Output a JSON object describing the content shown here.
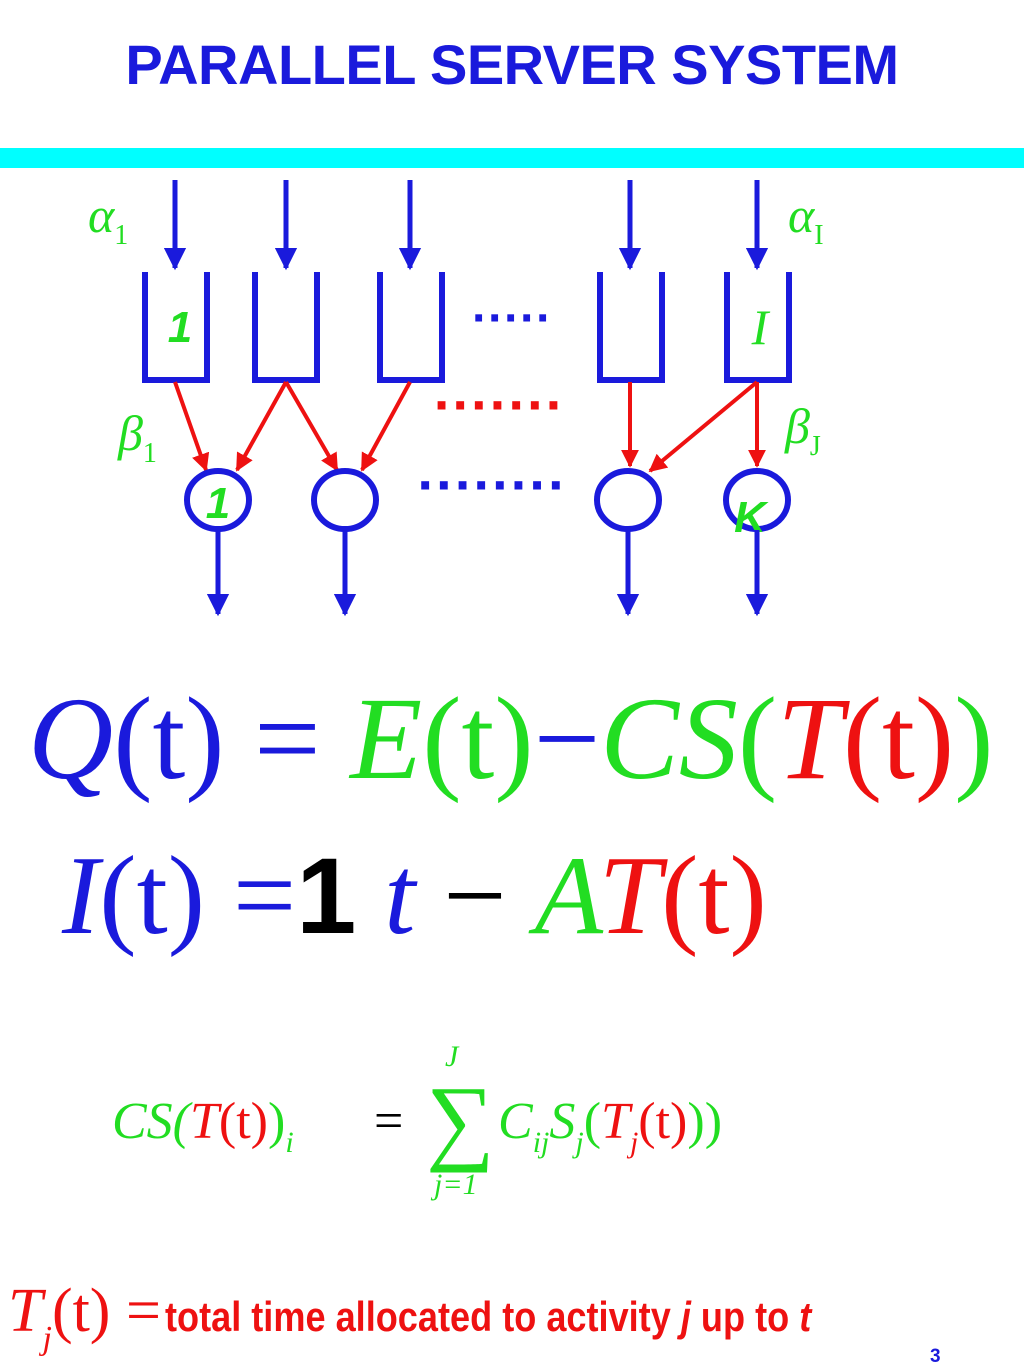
{
  "colors": {
    "title": "#1a1adc",
    "rule": "#00ffff",
    "blue": "#1a1adc",
    "green": "#22dd22",
    "red": "#ee1111"
  },
  "title": "PARALLEL SERVER SYSTEM",
  "diagram": {
    "alpha_first": {
      "symbol": "α",
      "sub": "1"
    },
    "alpha_last": {
      "symbol": "α",
      "sub": "I"
    },
    "beta_first": {
      "symbol": "β",
      "sub": "1"
    },
    "beta_last": {
      "symbol": "β",
      "sub": "J"
    },
    "buffer_first_label": "1",
    "buffer_last_label": "I",
    "server_first_label": "1",
    "server_last_label": "K",
    "buffer_dots": "·····",
    "activity_dots": "·······",
    "server_dots": "········"
  },
  "eq1": {
    "Q": "Q",
    "t1": "(t)",
    "eq": "=",
    "E": "E",
    "t2": "(t)",
    "minus": "−",
    "CS": "CS",
    "open": "(",
    "T": "T",
    "t3": "(t)",
    "close": ")"
  },
  "eq2": {
    "I": "I",
    "t1": "(t)",
    "eq": "=",
    "one": "1",
    "t": "t",
    "minus": "−",
    "A": "A",
    "T": "T",
    "t2": "(t)"
  },
  "eq3": {
    "lhs_CS": "CS(",
    "lhs_T": "T",
    "lhs_t": "(t)",
    "lhs_close": ")",
    "lhs_sub": "i",
    "eq": "=",
    "sigma": "∑",
    "upper": "J",
    "lower": "j=1",
    "C": "C",
    "C_sub": "ij",
    "S": "S",
    "S_sub": "j",
    "open": "(",
    "T": "T",
    "T_sub": "j",
    "t": "(t)",
    "close": "))"
  },
  "eq4": {
    "T": "T",
    "sub": "j",
    "t": "(t)",
    "eq": "=",
    "text_a": "total time allocated to activity ",
    "j": "j",
    "text_b": " up to ",
    "t_end": "t"
  },
  "page_number": "3"
}
